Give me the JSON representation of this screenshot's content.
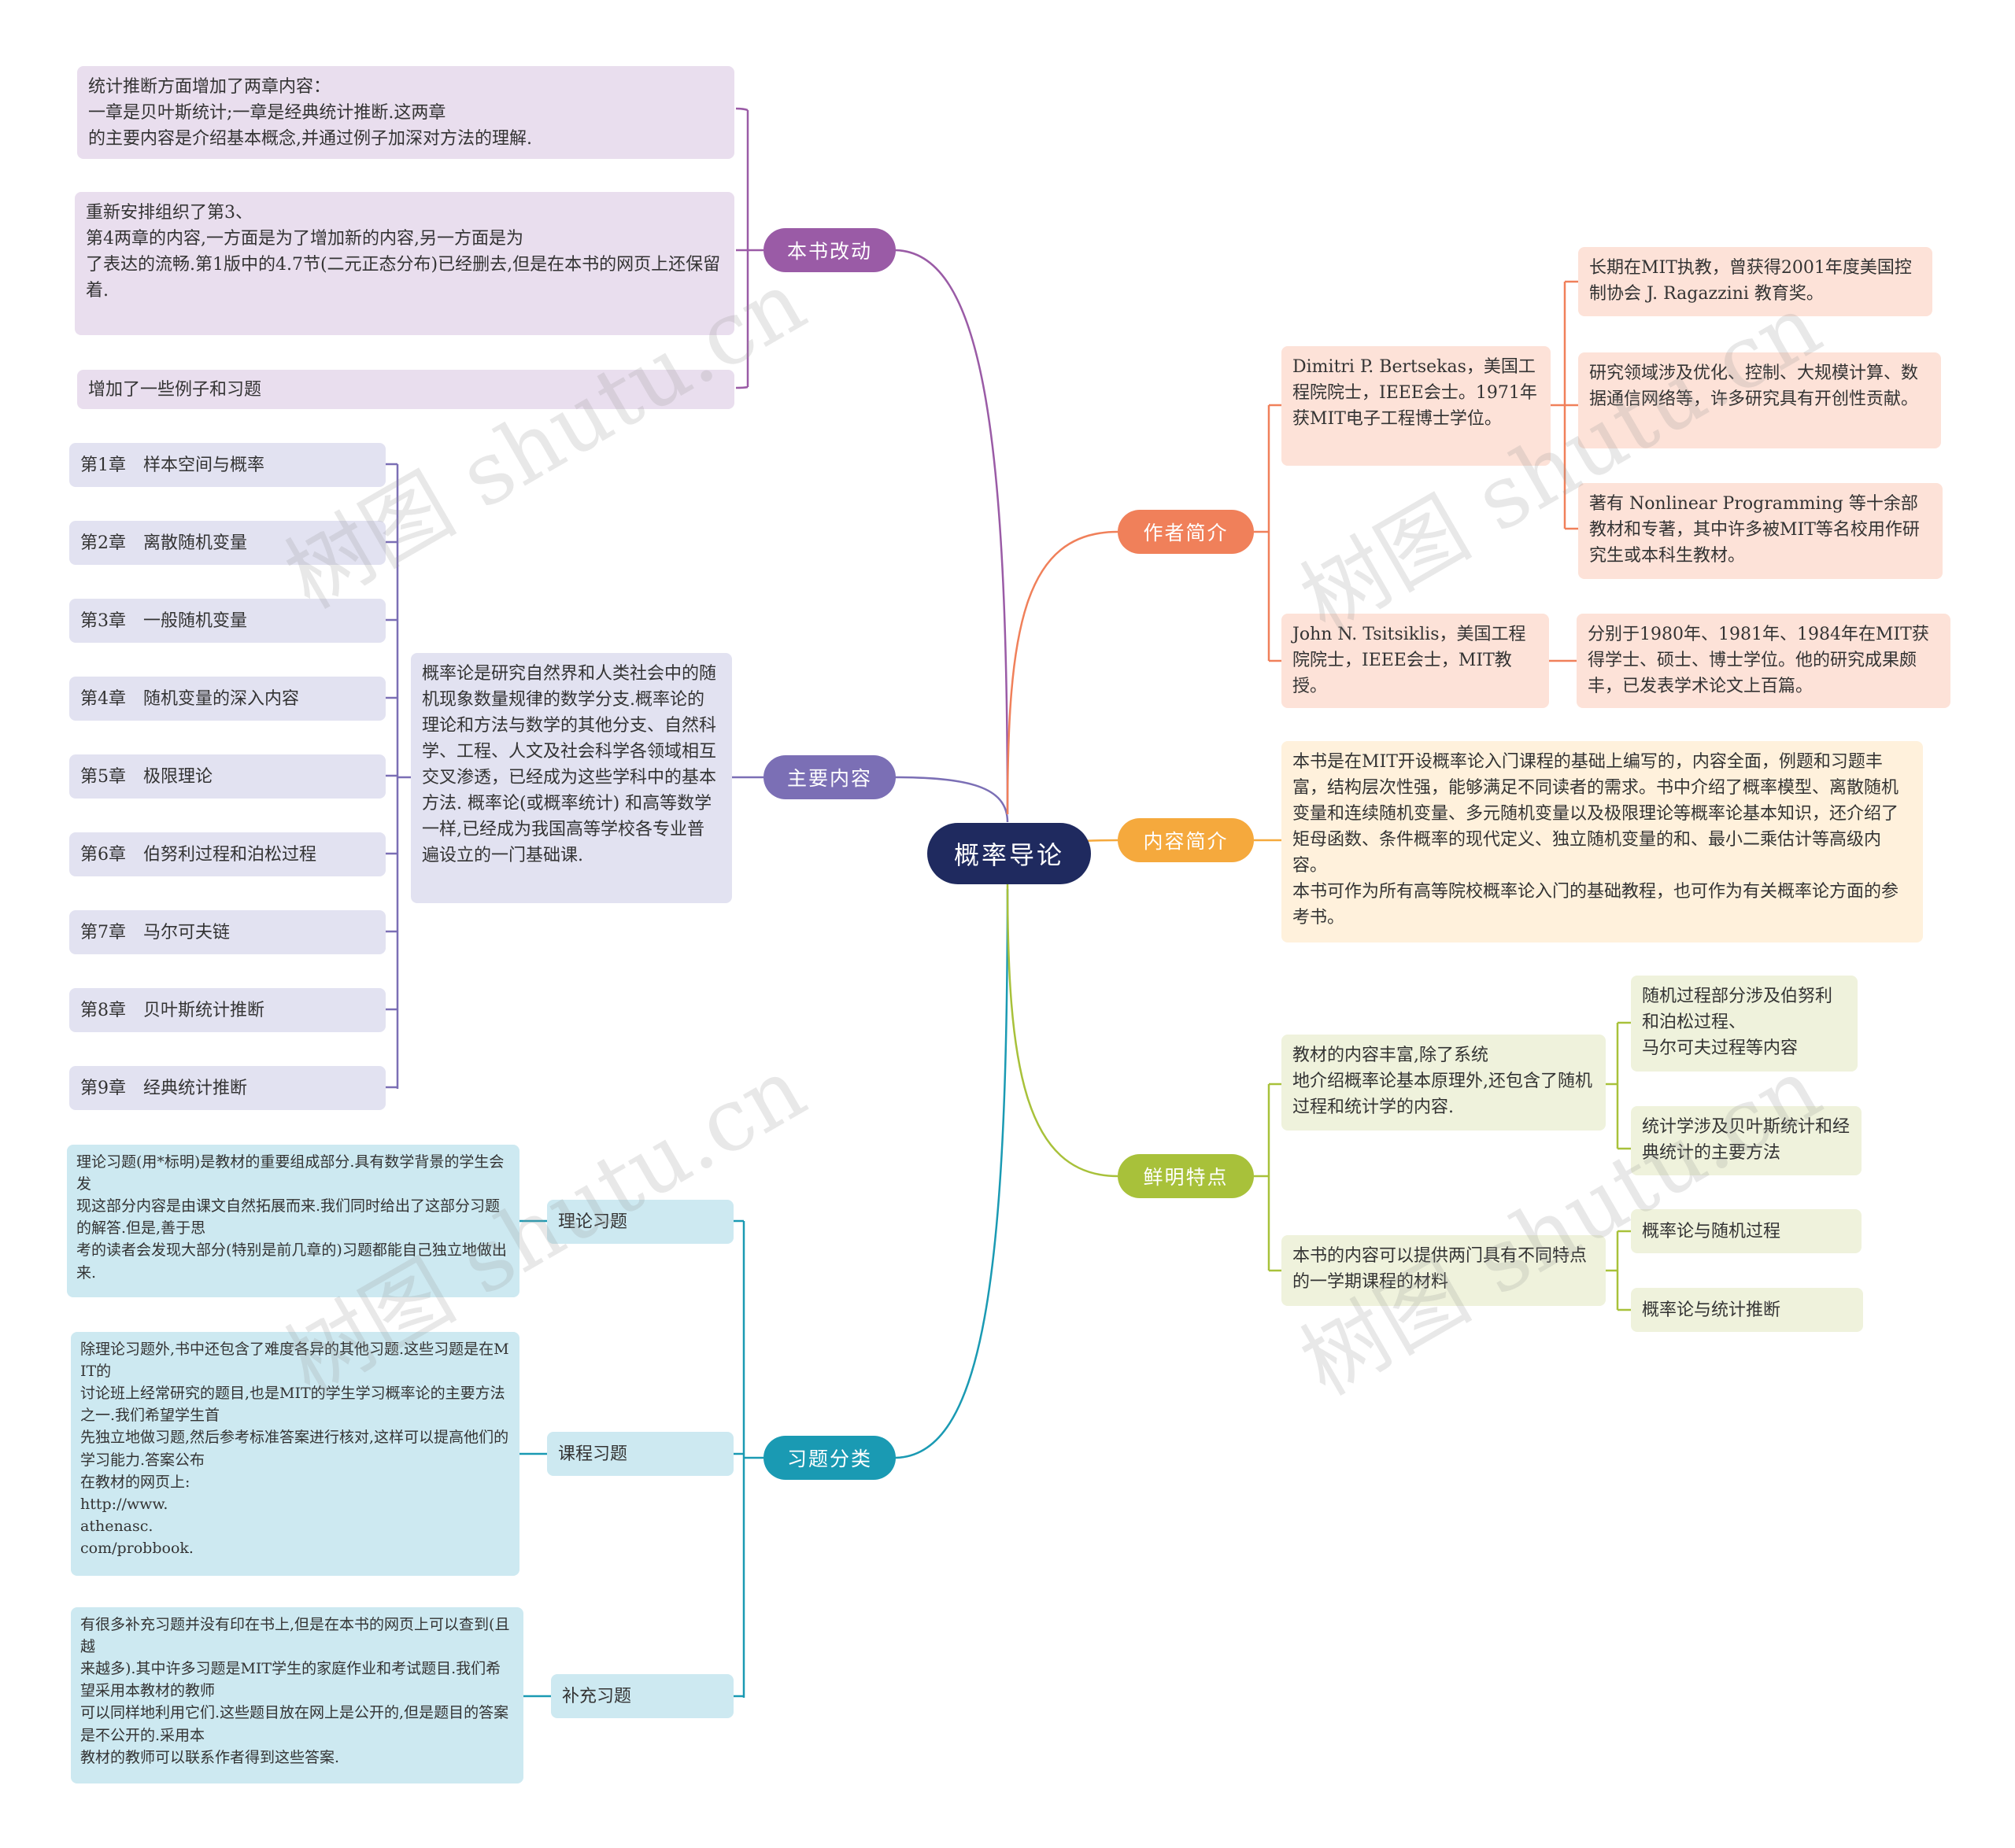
{
  "root": "概率导论",
  "colors": {
    "root": "#1f2a5f",
    "changes": "#9a5ba6",
    "content": "#7b6fb5",
    "exercises": "#1a9ab3",
    "author": "#f0805a",
    "summary": "#f5a93d",
    "features": "#a8c13a"
  },
  "branches": {
    "changes": {
      "label": "本书改动",
      "items": [
        "统计推断方面增加了两章内容：\n一章是贝叶斯统计;一章是经典统计推断.这两章\n的主要内容是介绍基本概念,并通过例子加深对方法的理解.",
        "重新安排组织了第3、\n第4两章的内容,一方面是为了增加新的内容,另一方面是为\n了表达的流畅.第1版中的4.7节(二元正态分布)已经删去,但是在本书的网页上还保留\n着.",
        "增加了一些例子和习题"
      ]
    },
    "content": {
      "label": "主要内容",
      "description": "概率论是研究自然界和人类社会中的随机现象数量规律的数学分支.概率论的理论和方法与数学的其他分支、自然科学、工程、人文及社会科学各领域相互交叉渗透，已经成为这些学科中的基本方法. 概率论(或概率统计) 和高等数学一样,已经成为我国高等学校各专业普遍设立的一门基础课.",
      "chapters": [
        "第1章　样本空间与概率",
        "第2章　离散随机变量",
        "第3章　一般随机变量",
        "第4章　随机变量的深入内容",
        "第5章　极限理论",
        "第6章　伯努利过程和泊松过程",
        "第7章　马尔可夫链",
        "第8章　贝叶斯统计推断",
        "第9章　经典统计推断"
      ]
    },
    "exercises": {
      "label": "习题分类",
      "items": [
        {
          "label": "理论习题",
          "detail": "理论习题(用*标明)是教材的重要组成部分.具有数学背景的学生会发\n现这部分内容是由课文自然拓展而来.我们同时给出了这部分习题的解答.但是,善于思\n考的读者会发现大部分(特别是前几章的)习题都能自己独立地做出来."
        },
        {
          "label": "课程习题",
          "detail": "除理论习题外,书中还包含了难度各异的其他习题.这些习题是在MIT的\n讨论班上经常研究的题目,也是MIT的学生学习概率论的主要方法之一.我们希望学生首\n先独立地做习题,然后参考标准答案进行核对,这样可以提高他们的学习能力.答案公布\n在教材的网页上:\nhttp://www.\nathenasc.\ncom/probbook."
        },
        {
          "label": "补充习题",
          "detail": "有很多补充习题并没有印在书上,但是在本书的网页上可以查到(且越\n来越多).其中许多习题是MIT学生的家庭作业和考试题目.我们希望采用本教材的教师\n可以同样地利用它们.这些题目放在网上是公开的,但是题目的答案是不公开的.采用本\n教材的教师可以联系作者得到这些答案."
        }
      ]
    },
    "author": {
      "label": "作者简介",
      "authors": [
        {
          "text": "Dimitri P. Bertsekas，美国工程院院士，IEEE会士。1971年获MIT电子工程博士学位。",
          "details": [
            "长期在MIT执教，曾获得2001年度美国控制协会 J. Ragazzini 教育奖。",
            "研究领域涉及优化、控制、大规模计算、数据通信网络等，许多研究具有开创性贡献。",
            "著有 Nonlinear Programming 等十余部教材和专著，其中许多被MIT等名校用作研究生或本科生教材。"
          ]
        },
        {
          "text": "John N. Tsitsiklis，美国工程院院士，IEEE会士，MIT教授。",
          "details": [
            "分别于1980年、1981年、1984年在MIT获得学士、硕士、博士学位。他的研究成果颇丰，已发表学术论文上百篇。"
          ]
        }
      ]
    },
    "summary": {
      "label": "内容简介",
      "text": "本书是在MIT开设概率论入门课程的基础上编写的，内容全面，例题和习题丰富，结构层次性强，能够满足不同读者的需求。书中介绍了概率模型、离散随机变量和连续随机变量、多元随机变量以及极限理论等概率论基本知识，还介绍了矩母函数、条件概率的现代定义、独立随机变量的和、最小二乘估计等高级内容。\n本书可作为所有高等院校概率论入门的基础教程，也可作为有关概率论方面的参考书。"
    },
    "features": {
      "label": "鲜明特点",
      "items": [
        {
          "text": "教材的内容丰富,除了系统\n地介绍概率论基本原理外,还包含了随机过程和统计学的内容.",
          "details": [
            "随机过程部分涉及伯努利和泊松过程、\n马尔可夫过程等内容",
            "统计学涉及贝叶斯统计和经典统计的主要方法"
          ]
        },
        {
          "text": "本书的内容可以提供两门具有不同特点的一学期课程的材料",
          "details": [
            "概率论与随机过程",
            "概率论与统计推断"
          ]
        }
      ]
    }
  }
}
